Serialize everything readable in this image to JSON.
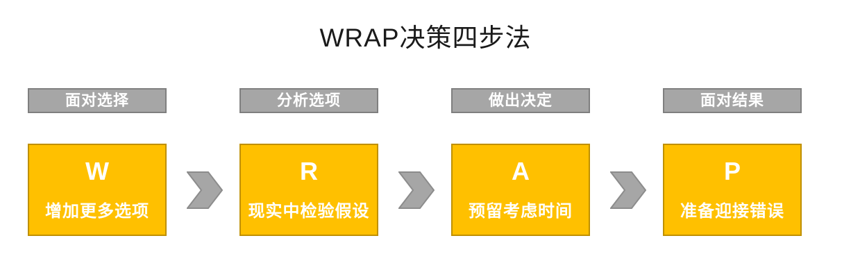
{
  "title": "WRAP决策四步法",
  "colors": {
    "step_fill": "#FFC000",
    "step_border": "#BF9000",
    "header_fill": "#A6A6A6",
    "header_border": "#7F7F7F",
    "arrow_fill": "#A6A6A6",
    "arrow_border": "#8C8C8C",
    "title_color": "#1A1A1A",
    "text_color": "#FFFFFF"
  },
  "steps": [
    {
      "stage": "面对选择",
      "letter": "W",
      "description": "增加更多选项"
    },
    {
      "stage": "分析选项",
      "letter": "R",
      "description": "现实中检验假设"
    },
    {
      "stage": "做出决定",
      "letter": "A",
      "description": "预留考虑时间"
    },
    {
      "stage": "面对结果",
      "letter": "P",
      "description": "准备迎接错误"
    }
  ],
  "arrow_count": 3
}
